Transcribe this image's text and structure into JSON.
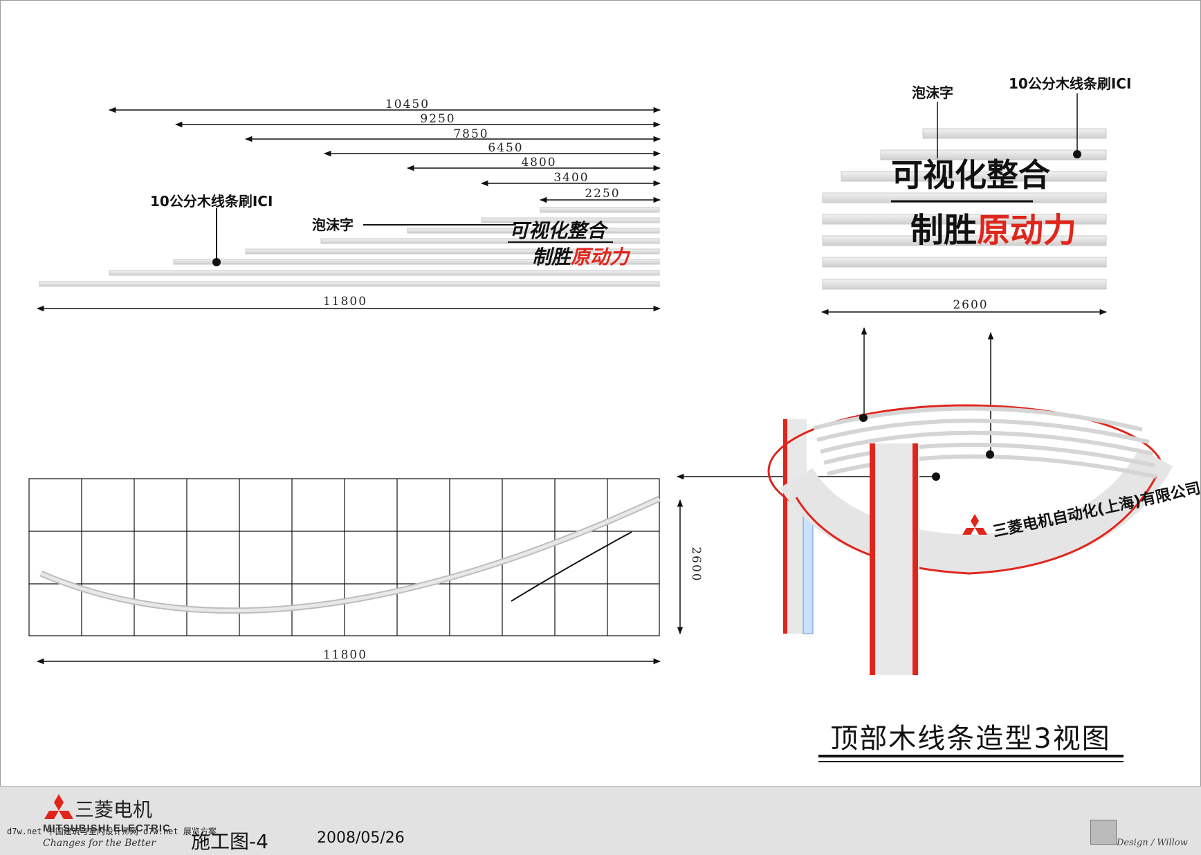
{
  "top_view": {
    "dimensions": [
      "10450",
      "9250",
      "7850",
      "6450",
      "4800",
      "3400",
      "2250"
    ],
    "overall": "11800",
    "label_wood": "10公分木线条刷ICI",
    "label_foam": "泡沫字",
    "slogan_line1": "可视化整合",
    "slogan_line2_black": "制胜",
    "slogan_line2_red": "原动力"
  },
  "side_view": {
    "label_foam": "泡沫字",
    "label_wood": "10公分木线条刷ICI",
    "width": "2600",
    "slogan_line1": "可视化整合",
    "slogan_line2_black": "制胜",
    "slogan_line2_red": "原动力"
  },
  "front_view": {
    "height": "2600",
    "width": "11800"
  },
  "render": {
    "ring_text": "三菱电机自动化(上海)有限公司"
  },
  "drawing_title": "顶部木线条造型3视图",
  "footer": {
    "brand_cn": "三菱电机",
    "brand_en": "MITSUBISHI ELECTRIC",
    "tagline": "Changes for the Better",
    "watermark": "d7w.net 中国建筑与室内设计师网 d7w.net 展览方案",
    "sheet": "施工图-4",
    "date": "2008/05/26",
    "designer": "Design / Willow"
  },
  "colors": {
    "accent_red": "#e0251b",
    "line_gray": "#d9d9d9"
  }
}
